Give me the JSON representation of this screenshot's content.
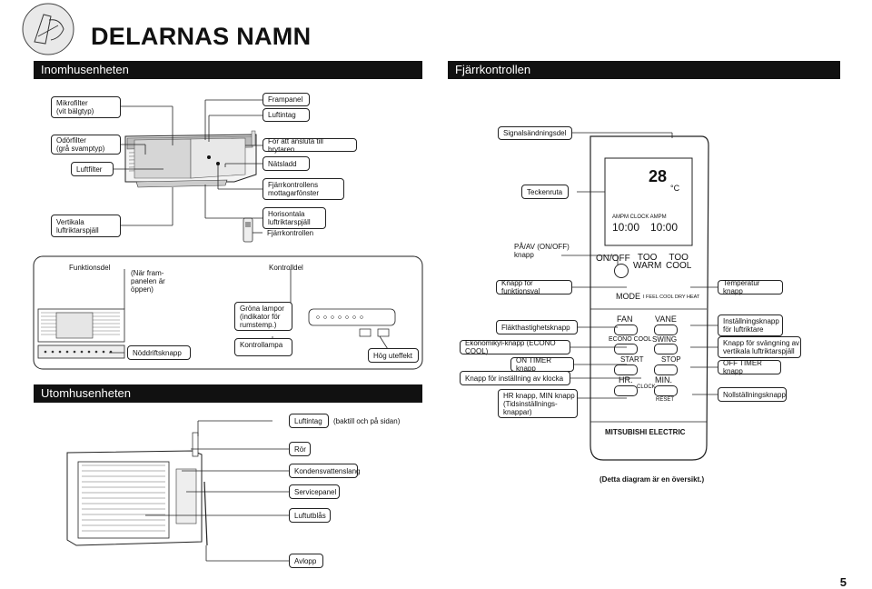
{
  "page": {
    "title": "DELARNAS NAMN",
    "page_number": "5"
  },
  "sections": {
    "indoor": "Inomhusenheten",
    "remote": "Fjärrkontrollen",
    "outdoor": "Utomhusenheten"
  },
  "indoor_labels": {
    "mikrofilter": "Mikrofilter\n(vit bälgtyp)",
    "frampanel": "Frampanel",
    "luftintag": "Luftintag",
    "odorfilter": "Odörfilter\n(grå svamptyp)",
    "brytaren": "För att ansluta till brytaren",
    "luftfilter": "Luftfilter",
    "natsladd": "Nätsladd",
    "mottagarfonster": "Fjärrkontrollens\nmottagarfönster",
    "vertikala": "Vertikala\nluftriktarspjäll",
    "horisontala": "Horisontala\nluftriktarspjäll",
    "fjarrkontrollen": "Fjärrkontrollen",
    "funktionsdel": "Funktionsdel",
    "nar_frampanelen": "(När fram-\npanelen är\nöppen)",
    "kontrolldel": "Kontrolldel",
    "grona_lampor": "Gröna lampor\n(indikator för\nrumstemp.)",
    "noddriftsknapp": "Nöddriftsknapp",
    "kontrollampa": "Kontrollampa",
    "hog_uteffekt": "Hög uteffekt"
  },
  "outdoor_labels": {
    "luftintag": "Luftintag",
    "baktill": "(baktill och på sidan)",
    "ror": "Rör",
    "kondensvattenslang": "Kondensvattenslang",
    "servicepanel": "Servicepanel",
    "luftutblas": "Luftutblås",
    "avlopp": "Avlopp"
  },
  "remote_labels": {
    "signalsandningsdel": "Signalsändningsdel",
    "teckenruta": "Teckenruta",
    "pa_av": "PÅ/AV (ON/OFF)\nknapp",
    "funktionsval": "Knapp för funktionsval",
    "temperatur": "Temperatur knapp",
    "flakthastighet": "Fläkthastighetsknapp",
    "installningsknapp": "Inställningsknapp\nför luftriktare",
    "ekonomikyl": "Ekonomikyl-knapp (ECONO COOL)",
    "svangning": "Knapp för svängning av\nvertikala luftriktarspjäll",
    "on_timer": "ON TIMER knapp",
    "off_timer": "OFF TIMER knapp",
    "installning_klocka": "Knapp för inställning av klocka",
    "hr_min": "HR knapp, MIN knapp\n(Tidsinställnings-\nknappar)",
    "nollstallning": "Nollställningsknapp",
    "oversikt": "(Detta diagram är en översikt.)"
  },
  "remote_face": {
    "on_off": "ON/OFF",
    "too_warm": "TOO\nWARM",
    "too_cool": "TOO\nCOOL",
    "mode": "MODE",
    "mode_sub": "I FEEL COOL DRY HEAT",
    "fan": "FAN",
    "vane": "VANE",
    "econo_cool": "ECONO COOL",
    "swing": "SWING",
    "start": "START",
    "stop": "STOP",
    "hr": "HR.",
    "min": "MIN.",
    "clock": "CLOCK",
    "reset": "RESET",
    "brand": "MITSUBISHI ELECTRIC",
    "lcd_temp": "28",
    "lcd_unit": "°C",
    "lcd_clock_label": "AMPM  CLOCK  AMPM",
    "lcd_time_left": "10:00",
    "lcd_time_right": "10:00"
  }
}
